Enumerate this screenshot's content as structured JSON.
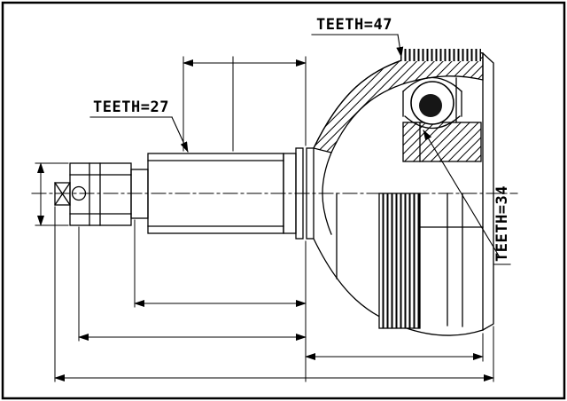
{
  "drawing": {
    "labels": {
      "teeth_outer_ring": "TEETH=47",
      "teeth_shaft_spline": "TEETH=27",
      "teeth_inner_race": "TEETH=34"
    },
    "colors": {
      "line": "#000000",
      "background": "#ffffff"
    }
  }
}
